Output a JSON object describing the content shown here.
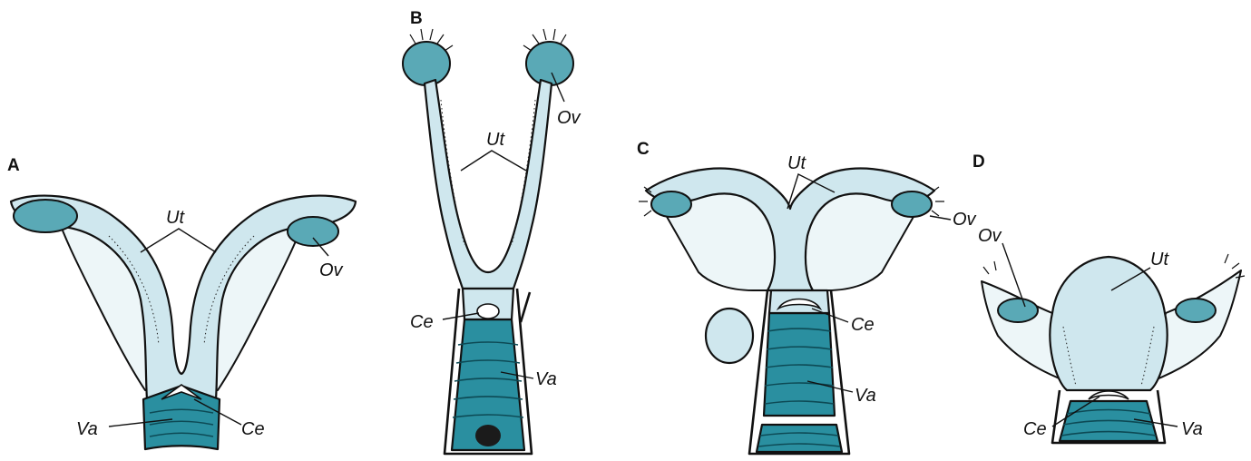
{
  "panels": [
    {
      "letter": "A",
      "labels": {
        "ut": "Ut",
        "ov": "Ov",
        "va": "Va",
        "ce": "Ce"
      }
    },
    {
      "letter": "B",
      "labels": {
        "ut": "Ut",
        "ov": "Ov",
        "va": "Va",
        "ce": "Ce"
      }
    },
    {
      "letter": "C",
      "labels": {
        "ut": "Ut",
        "ov": "Ov",
        "va": "Va",
        "ce": "Ce"
      }
    },
    {
      "letter": "D",
      "labels": {
        "ut": "Ut",
        "ov": "Ov",
        "va": "Va",
        "ce": "Ce"
      }
    }
  ],
  "colors": {
    "uterus": "#cfe7ee",
    "broad_ligament": "#edf6f8",
    "vagina": "#2a8fa0",
    "ovary": "#5aa9b6",
    "outline": "#111111"
  }
}
